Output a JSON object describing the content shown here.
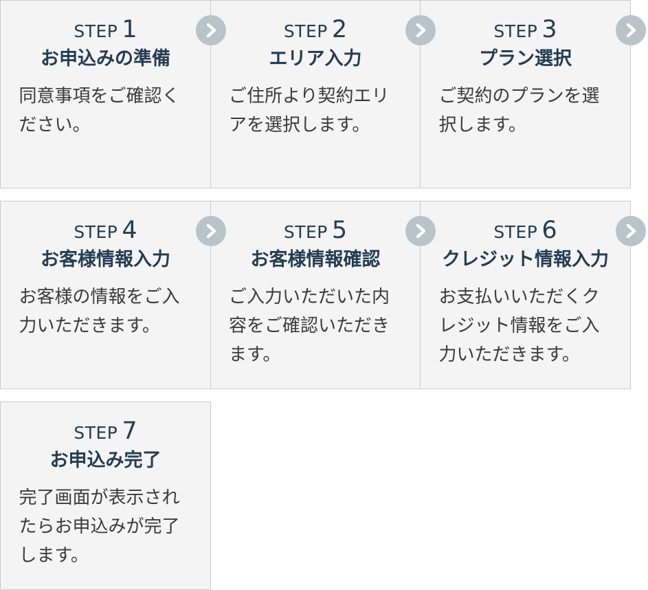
{
  "steps": [
    {
      "label": "STEP",
      "number": "1",
      "title": "お申込みの準備",
      "description": "同意事項をご確認ください。"
    },
    {
      "label": "STEP",
      "number": "2",
      "title": "エリア入力",
      "description": "ご住所より契約エリアを選択します。"
    },
    {
      "label": "STEP",
      "number": "3",
      "title": "プラン選択",
      "description": "ご契約のプランを選択します。"
    },
    {
      "label": "STEP",
      "number": "4",
      "title": "お客様情報入力",
      "description": "お客様の情報をご入力いただきます。"
    },
    {
      "label": "STEP",
      "number": "5",
      "title": "お客様情報確認",
      "description": "ご入力いただいた内容をご確認いただきます。"
    },
    {
      "label": "STEP",
      "number": "6",
      "title": "クレジット情報入力",
      "description": "お支払いいただくクレジット情報をご入力いただきます。"
    },
    {
      "label": "STEP",
      "number": "7",
      "title": "お申込み完了",
      "description": "完了画面が表示されたらお申込みが完了します。"
    }
  ],
  "icons": {
    "arrow": "chevron-right-icon"
  },
  "colors": {
    "card_background": "#f4f4f4",
    "card_border": "#c9c9c9",
    "title_color": "#233d52",
    "text_color": "#3a3a3a",
    "arrow_circle": "#b8c3ca"
  }
}
